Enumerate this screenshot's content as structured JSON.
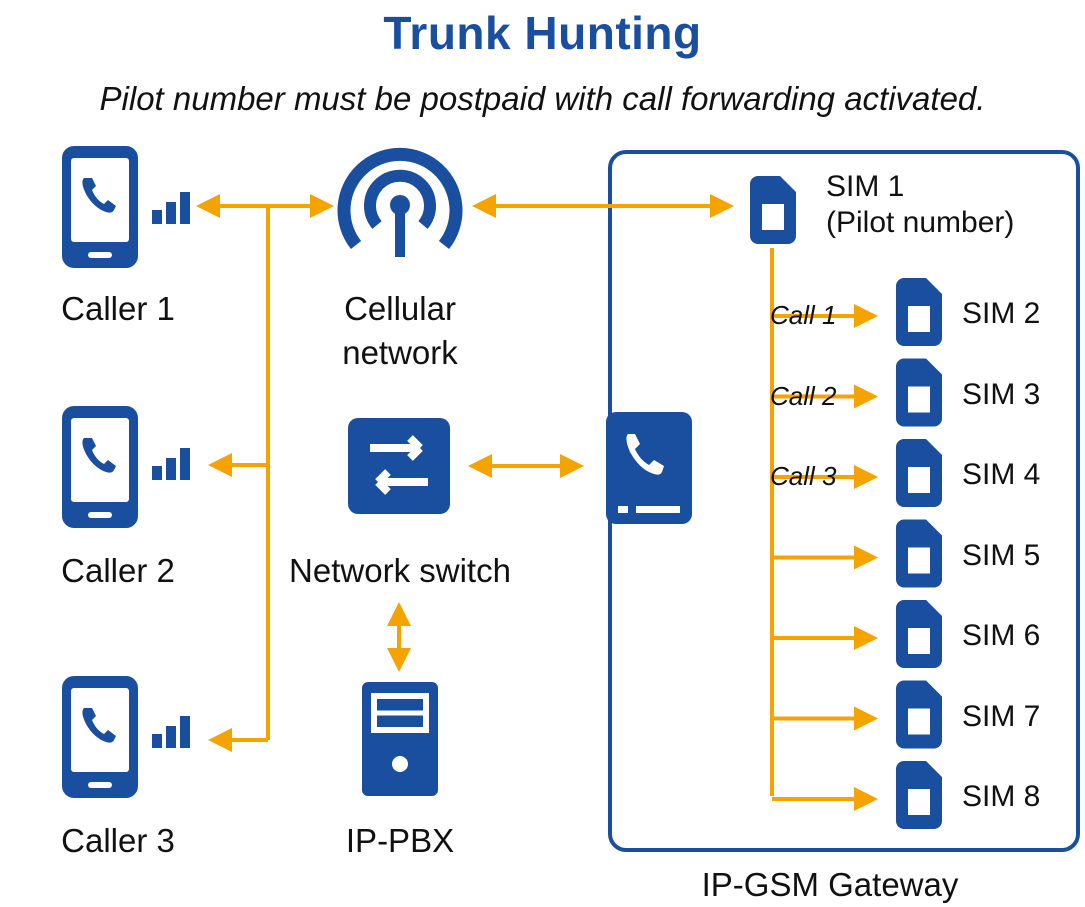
{
  "title": "Trunk Hunting",
  "subtitle": "Pilot number must be postpaid with call forwarding activated.",
  "nodes": {
    "caller_1": "Caller 1",
    "caller_2": "Caller 2",
    "caller_3": "Caller 3",
    "cellular_network_line1": "Cellular",
    "cellular_network_line2": "network",
    "network_switch": "Network switch",
    "ip_pbx": "IP-PBX",
    "gateway": "IP-GSM Gateway"
  },
  "sims": {
    "sim1_line1": "SIM 1",
    "sim1_line2": "(Pilot number)",
    "list": [
      "SIM 2",
      "SIM 3",
      "SIM 4",
      "SIM 5",
      "SIM 6",
      "SIM 7",
      "SIM 8"
    ]
  },
  "calls": [
    "Call 1",
    "Call 2",
    "Call 3"
  ],
  "colors": {
    "primary": "#1a4fa0",
    "arrow": "#f5a300"
  }
}
